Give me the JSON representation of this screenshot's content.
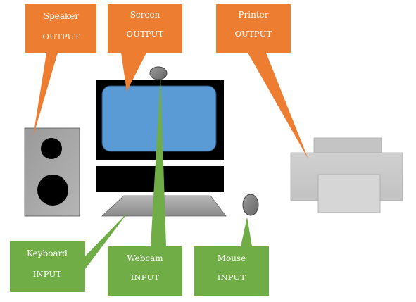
{
  "callouts": {
    "speaker": {
      "name": "Speaker",
      "kind": "OUTPUT"
    },
    "screen": {
      "name": "Screen",
      "kind": "OUTPUT"
    },
    "printer": {
      "name": "Printer",
      "kind": "OUTPUT"
    },
    "keyboard": {
      "name": "Keyboard",
      "kind": "INPUT"
    },
    "webcam": {
      "name": "Webcam",
      "kind": "INPUT"
    },
    "mouse": {
      "name": "Mouse",
      "kind": "INPUT"
    }
  },
  "colors": {
    "output": "#ED7D31",
    "input": "#70AD47",
    "screen_fill": "#5B9BD5",
    "monitor_frame": "#000000"
  }
}
